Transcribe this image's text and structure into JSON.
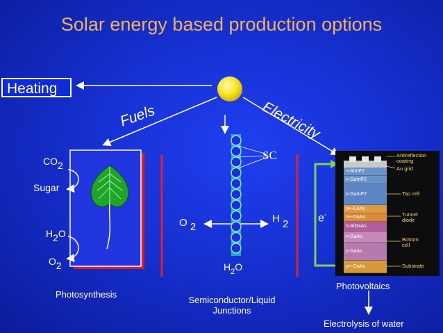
{
  "title": "Solar energy based production options",
  "heating": "Heating",
  "fuels": "Fuels",
  "electricity": "Electricity",
  "photosynthesis": {
    "co": "CO",
    "co_sub": "2",
    "sugar": "Sugar",
    "h": "H",
    "h_sub": "2",
    "o_suffix": "O",
    "o": "O",
    "o_sub": "2",
    "caption": "Photosynthesis"
  },
  "sc": {
    "label": "SC",
    "o": "O",
    "o_sub": "2",
    "h": "H",
    "h_sub": "2",
    "water_h": "H",
    "water_sub": "2",
    "water_o": "O",
    "caption_line1": "Semiconductor/Liquid",
    "caption_line2": "Junctions"
  },
  "pv": {
    "electron": "e",
    "electron_sup": "-",
    "caption": "Photovoltaics",
    "electrolysis": "Electrolysis of water",
    "layers": [
      {
        "label": "n-AlInP2",
        "color": "#6b93c9"
      },
      {
        "label": "n-GaInP2",
        "color": "#6b93c9"
      },
      {
        "label": "p-GaInP2",
        "color": "#5e86c4"
      },
      {
        "label": "p+-GaAs",
        "color": "#e09a3e"
      },
      {
        "label": "n+-GaAs",
        "color": "#d88b3a"
      },
      {
        "label": "n-AlGaAs",
        "color": "#b25e9c"
      },
      {
        "label": "n-GaAs",
        "color": "#c38ab9"
      },
      {
        "label": "p-GaAs",
        "color": "#b77aad"
      },
      {
        "label": "p+-GaAs",
        "color": "#d49a3a"
      }
    ],
    "notes": {
      "antireflection_1": "Antireflection",
      "antireflection_2": "coating",
      "grid": "Au grid",
      "top_cell": "Top cell",
      "tunnel_1": "Tunnel",
      "tunnel_2": "diode",
      "bottom_1": "Bottom",
      "bottom_2": "cell",
      "substrate": "Substrate"
    }
  },
  "colors": {
    "background": "#1630d0",
    "title": "#f3b35a",
    "divider": "#e0202a",
    "sun": "#f7e62a",
    "leaf": "#1fa62a",
    "pv_arrow": "#7bd35a",
    "note_text": "#f2d36b"
  }
}
